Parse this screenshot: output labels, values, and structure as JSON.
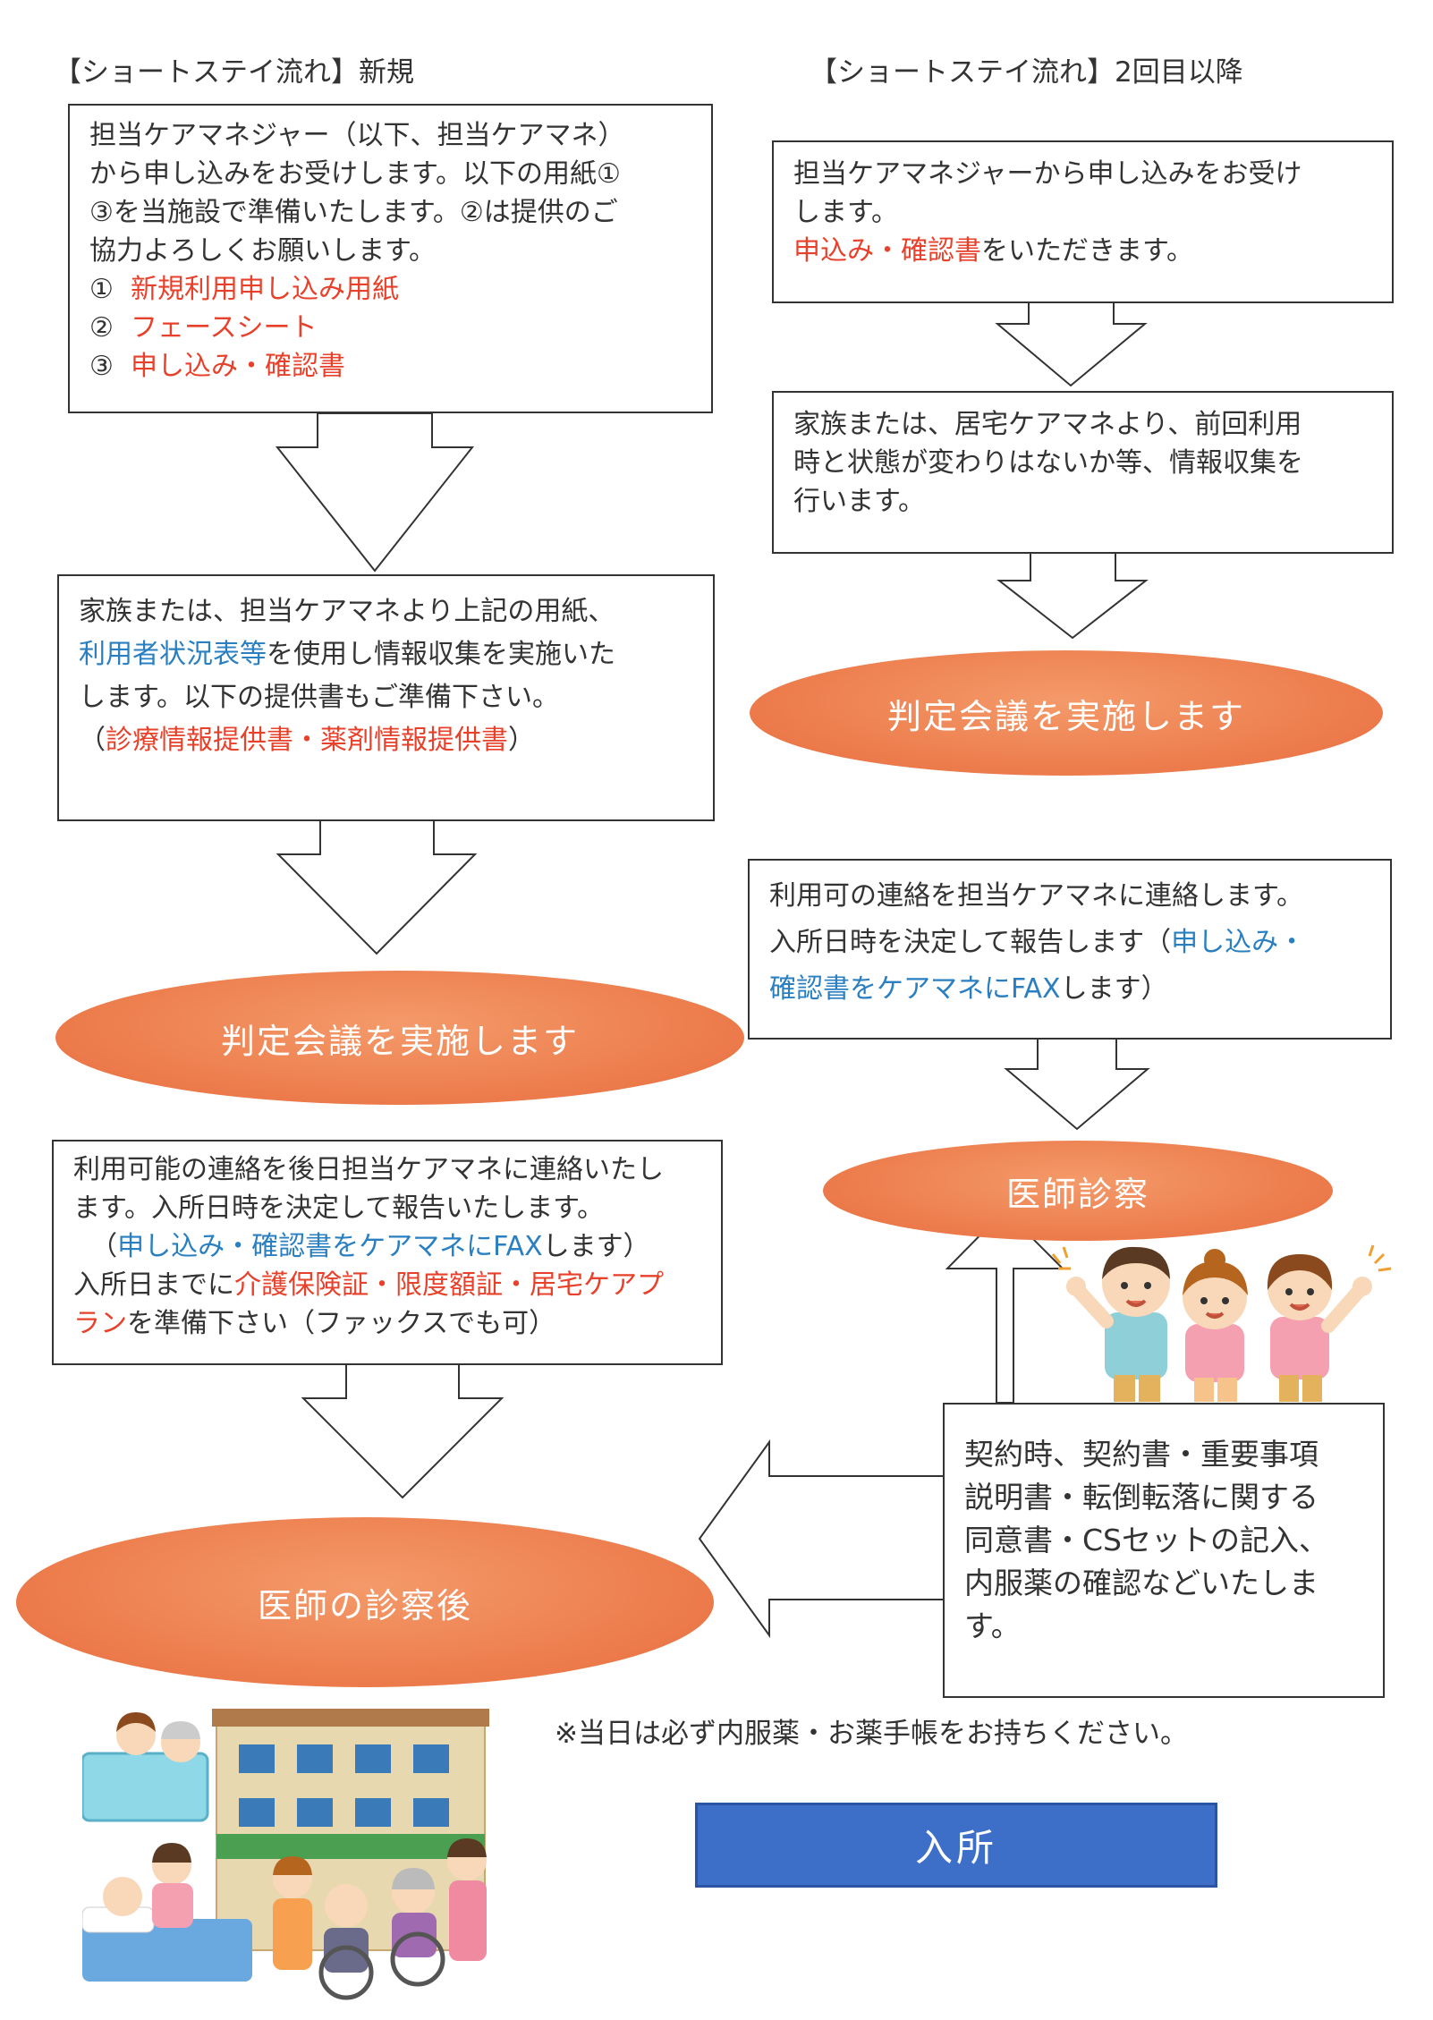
{
  "left": {
    "heading": "【ショートステイ流れ】新規",
    "box1": {
      "lines": [
        "担当ケアマネジャー（以下、担当ケアマネ）",
        "から申し込みをお受けします。以下の用紙①",
        "③を当施設で準備いたします。②は提供のご",
        "協力よろしくお願いします。"
      ],
      "items": [
        {
          "num": "①",
          "label": "新規利用申し込み用紙"
        },
        {
          "num": "②",
          "label": "フェースシート"
        },
        {
          "num": "③",
          "label": "申し込み・確認書"
        }
      ]
    },
    "box2": {
      "line1": "家族または、担当ケアマネより上記の用紙、",
      "line2_blue": "利用者状況表等",
      "line2_rest": "を使用し情報収集を実施いた",
      "line3": "します。以下の提供書もご準備下さい。",
      "line4_open": "（",
      "line4_red1": "診療情報提供書",
      "line4_sep": "・",
      "line4_red2": "薬剤情報提供書",
      "line4_close": "）"
    },
    "oval1": "判定会議を実施します",
    "box3": {
      "line1": "利用可能の連絡を後日担当ケアマネに連絡いたし",
      "line2": "ます。入所日時を決定して報告いたします。",
      "line3_open": "（",
      "line3_blue": "申し込み・確認書をケアマネにFAX",
      "line3_close": "します）",
      "line4_pre": "入所日までに",
      "line4_red": "介護保険証・限度額証・居宅ケアプ",
      "line5_red": "ラン",
      "line5_rest": "を準備下さい（ファックスでも可）"
    },
    "oval2": "医師の診察後"
  },
  "right": {
    "heading": "【ショートステイ流れ】2回目以降",
    "box1": {
      "line1": "担当ケアマネジャーから申し込みをお受け",
      "line2": "します。",
      "line3_red": "申込み・確認書",
      "line3_rest": "をいただきます。"
    },
    "box2": {
      "lines": [
        "家族または、居宅ケアマネより、前回利用",
        "時と状態が変わりはないか等、情報収集を",
        "行います。"
      ]
    },
    "oval1": "判定会議を実施します",
    "box3": {
      "line1": "利用可の連絡を担当ケアマネに連絡します。",
      "line2_pre": "入所日時を決定して報告します（",
      "line2_blue": "申し込み・",
      "line3_blue": "確認書をケアマネにFAX",
      "line3_rest": "します）"
    },
    "oval2": "医師診察",
    "box4": {
      "lines": [
        "契約時、契約書・重要事項",
        "説明書・転倒転落に関する",
        "同意書・CSセットの記入、",
        "内服薬の確認などいたしま",
        "す。"
      ]
    }
  },
  "note": "※当日は必ず内服薬・お薬手帳をお持ちください。",
  "final": "入所",
  "colors": {
    "red_text": "#e8412b",
    "blue_text": "#2a7fc0",
    "oval": "#ec7a4a",
    "banner": "#3d6fc8"
  }
}
